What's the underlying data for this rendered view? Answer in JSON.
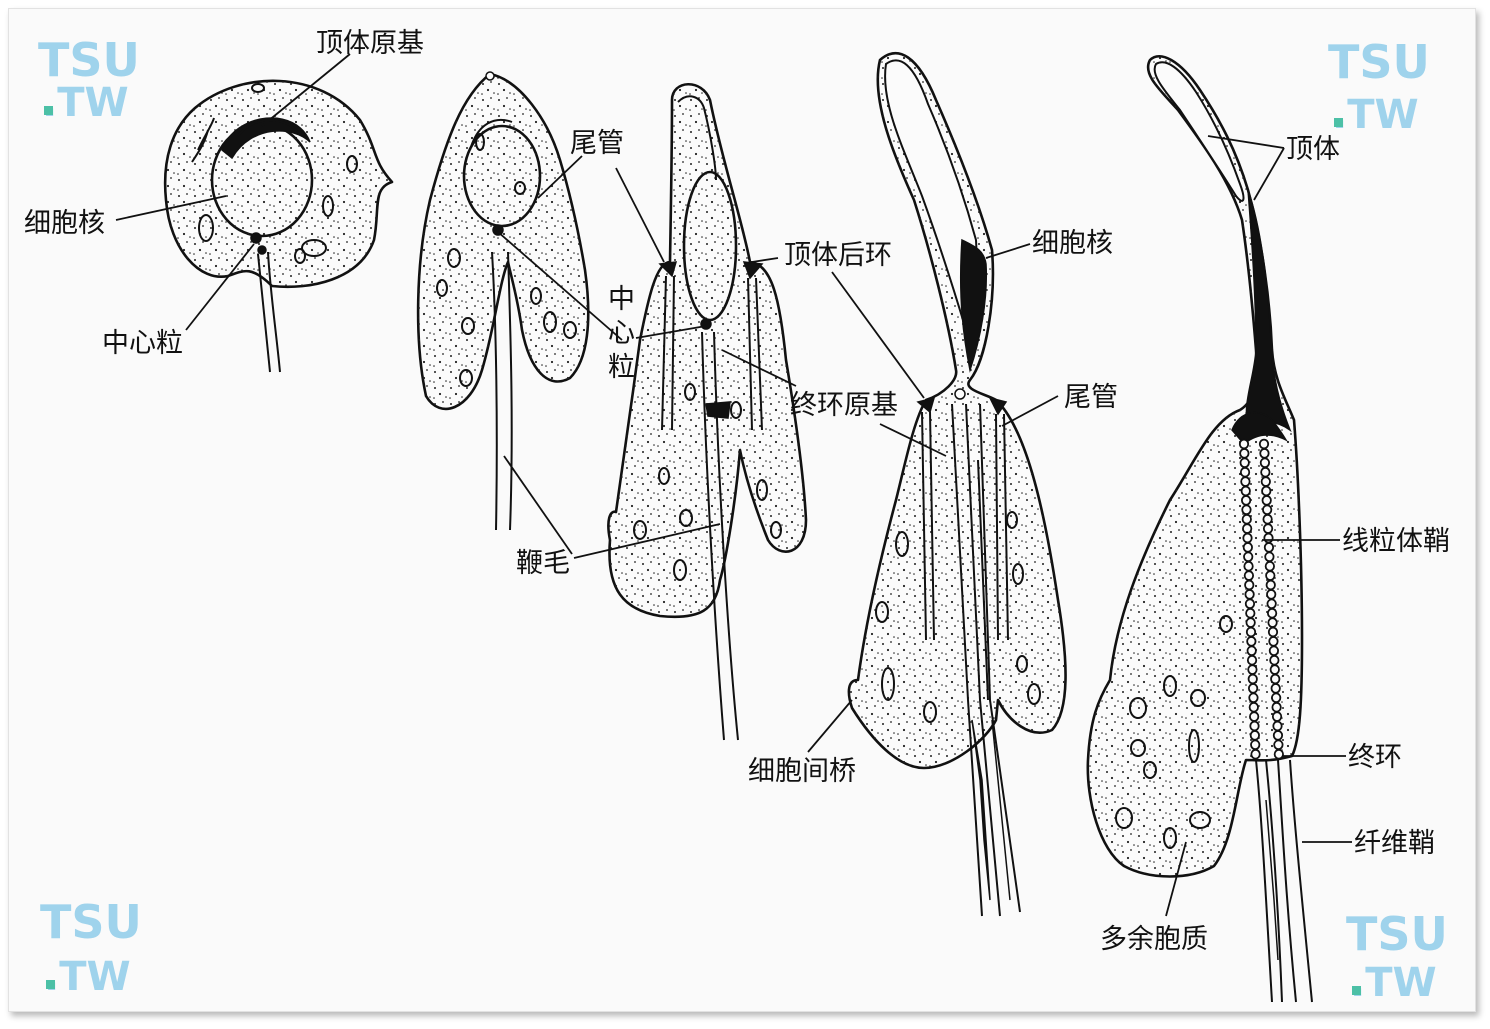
{
  "watermark": {
    "line1": "TSU",
    "line2": ".TW"
  },
  "labels": {
    "acrosome_primordium": "顶体原基",
    "nucleus_1": "细胞核",
    "centriole_1": "中心粒",
    "tail_tube_1": "尾管",
    "centriole_2_a": "中",
    "centriole_2_b": "心",
    "centriole_2_c": "粒",
    "postacrosomal_ring": "顶体后环",
    "terminal_ring_primordium": "终环原基",
    "flagellum": "鞭毛",
    "intercellular_bridge": "细胞间桥",
    "nucleus_2": "细胞核",
    "tail_tube_2": "尾管",
    "acrosome": "顶体",
    "mitochondrial_sheath": "线粒体鞘",
    "terminal_ring": "终环",
    "fibrous_sheath": "纤维鞘",
    "residual_cytoplasm": "多余胞质"
  },
  "colors": {
    "line": "#111111",
    "watermark": "#9fd3ec",
    "watermark_dot": "#4cc0a6",
    "frame": "#fafafa"
  }
}
